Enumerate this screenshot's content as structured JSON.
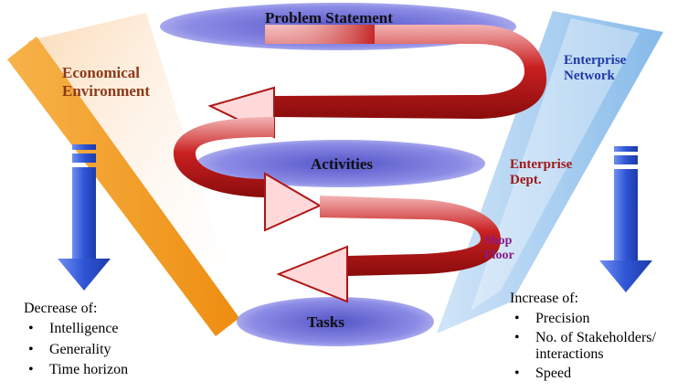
{
  "levels": {
    "problem_statement": "Problem Statement",
    "activities": "Activities",
    "tasks": "Tasks"
  },
  "left_axis": {
    "label_line1": "Economical",
    "label_line2": "Environment",
    "decrease_heading": "Decrease of:",
    "decrease_items": [
      "Intelligence",
      "Generality",
      "Time horizon"
    ]
  },
  "right_axis": {
    "network_line1": "Enterprise",
    "network_line2": "Network",
    "dept_line1": "Enterprise",
    "dept_line2": "Dept.",
    "shop_line1": "Shop",
    "shop_line2": "Floor",
    "increase_heading": "Increase of:",
    "increase_items": [
      "Precision",
      "No. of Stakeholders/",
      "interactions",
      "Speed"
    ]
  },
  "colors": {
    "ellipse_blue": "#6f6fd8",
    "spiral_red": "#b81818",
    "orange_band": "#f29a1c",
    "light_blue_band": "#9cc8ee",
    "down_arrow_blue": "#3a62d9",
    "economical_text": "#8b3a1a",
    "network_text": "#1f3aa8",
    "dept_text": "#a01818",
    "shop_text": "#8a1a8a"
  },
  "icons": [
    "spiral-arrow-icon",
    "down-arrow-icon"
  ]
}
